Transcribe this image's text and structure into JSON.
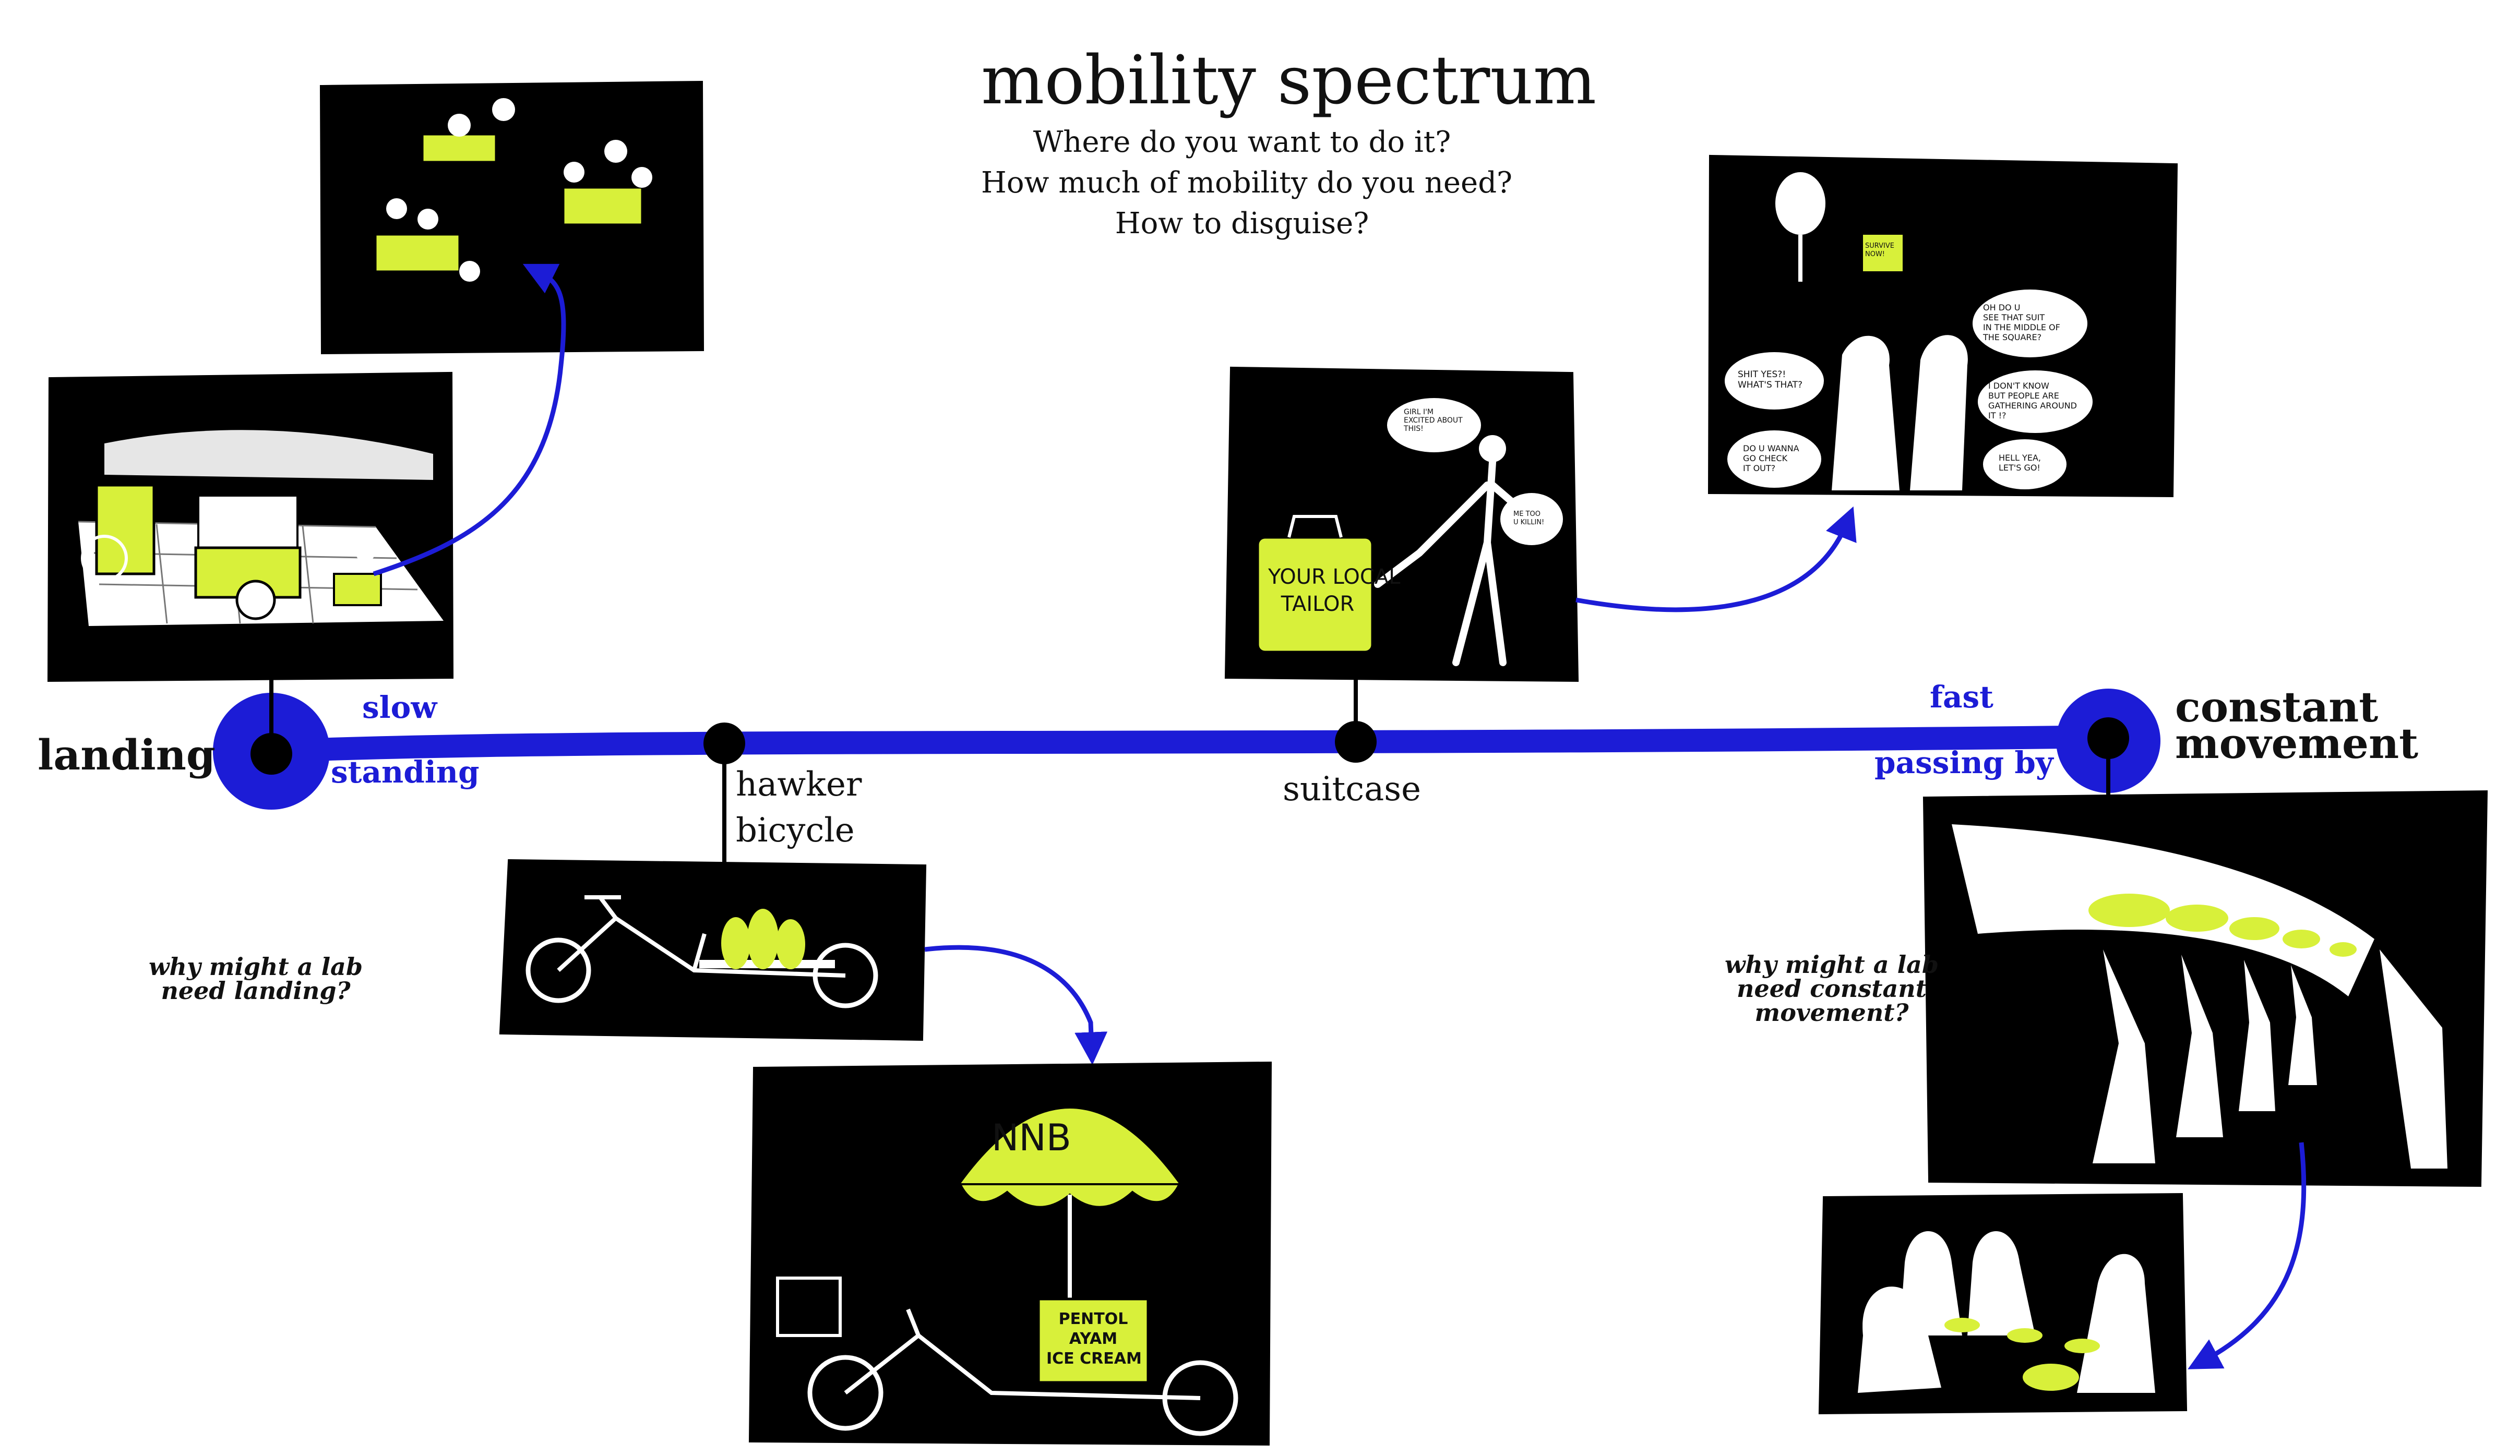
{
  "title": "mobility spectrum",
  "subtitle_lines": [
    "Where do you want to do it?",
    "How much of mobility do you need?",
    "How to disguise?"
  ],
  "spectrum": {
    "start_label": "landing",
    "end_label_line1": "constant",
    "end_label_line2": "movement",
    "slow_label": "slow",
    "standing_label": "standing",
    "fast_label": "fast",
    "passing_label": "passing by",
    "hawker_line1": "hawker",
    "hawker_line2": "bicycle",
    "suitcase_label": "suitcase",
    "line_color": "#1c1cd6",
    "accent_color": "#d8f03a"
  },
  "questions": {
    "landing_line1": "why might a lab",
    "landing_line2": "need landing?",
    "movement_line1": "why might a lab",
    "movement_line2": "need constant",
    "movement_line3": "movement?"
  },
  "illustrations": {
    "suitcase_bubble1_line1": "GIRL I'M",
    "suitcase_bubble1_line2": "EXCITED ABOUT",
    "suitcase_bubble1_line3": "THIS!",
    "suitcase_bubble2_line1": "ME TOO",
    "suitcase_bubble2_line2": "U KILLIN!",
    "suitcase_sign_line1": "YOUR LOCAL",
    "suitcase_sign_line2": "TAILOR",
    "square_sign_line1": "SURVIVE",
    "square_sign_line2": "NOW!",
    "chat_a_line1": "SHIT YES?!",
    "chat_a_line2": "WHAT'S THAT?",
    "chat_b_line1": "OH DO U",
    "chat_b_line2": "SEE THAT SUIT",
    "chat_b_line3": "IN THE MIDDLE OF",
    "chat_b_line4": "THE SQUARE?",
    "chat_c_line1": "I DON'T KNOW",
    "chat_c_line2": "BUT PEOPLE ARE",
    "chat_c_line3": "GATHERING AROUND",
    "chat_c_line4": "IT !?",
    "chat_d_line1": "DO U WANNA",
    "chat_d_line2": "GO CHECK",
    "chat_d_line3": "IT OUT?",
    "chat_e_line1": "HELL YEA,",
    "chat_e_line2": "LET'S GO!",
    "umbrella_text": "NNB",
    "icecream_line1": "PENTOL",
    "icecream_line2": "AYAM",
    "icecream_line3": "ICE CREAM"
  }
}
